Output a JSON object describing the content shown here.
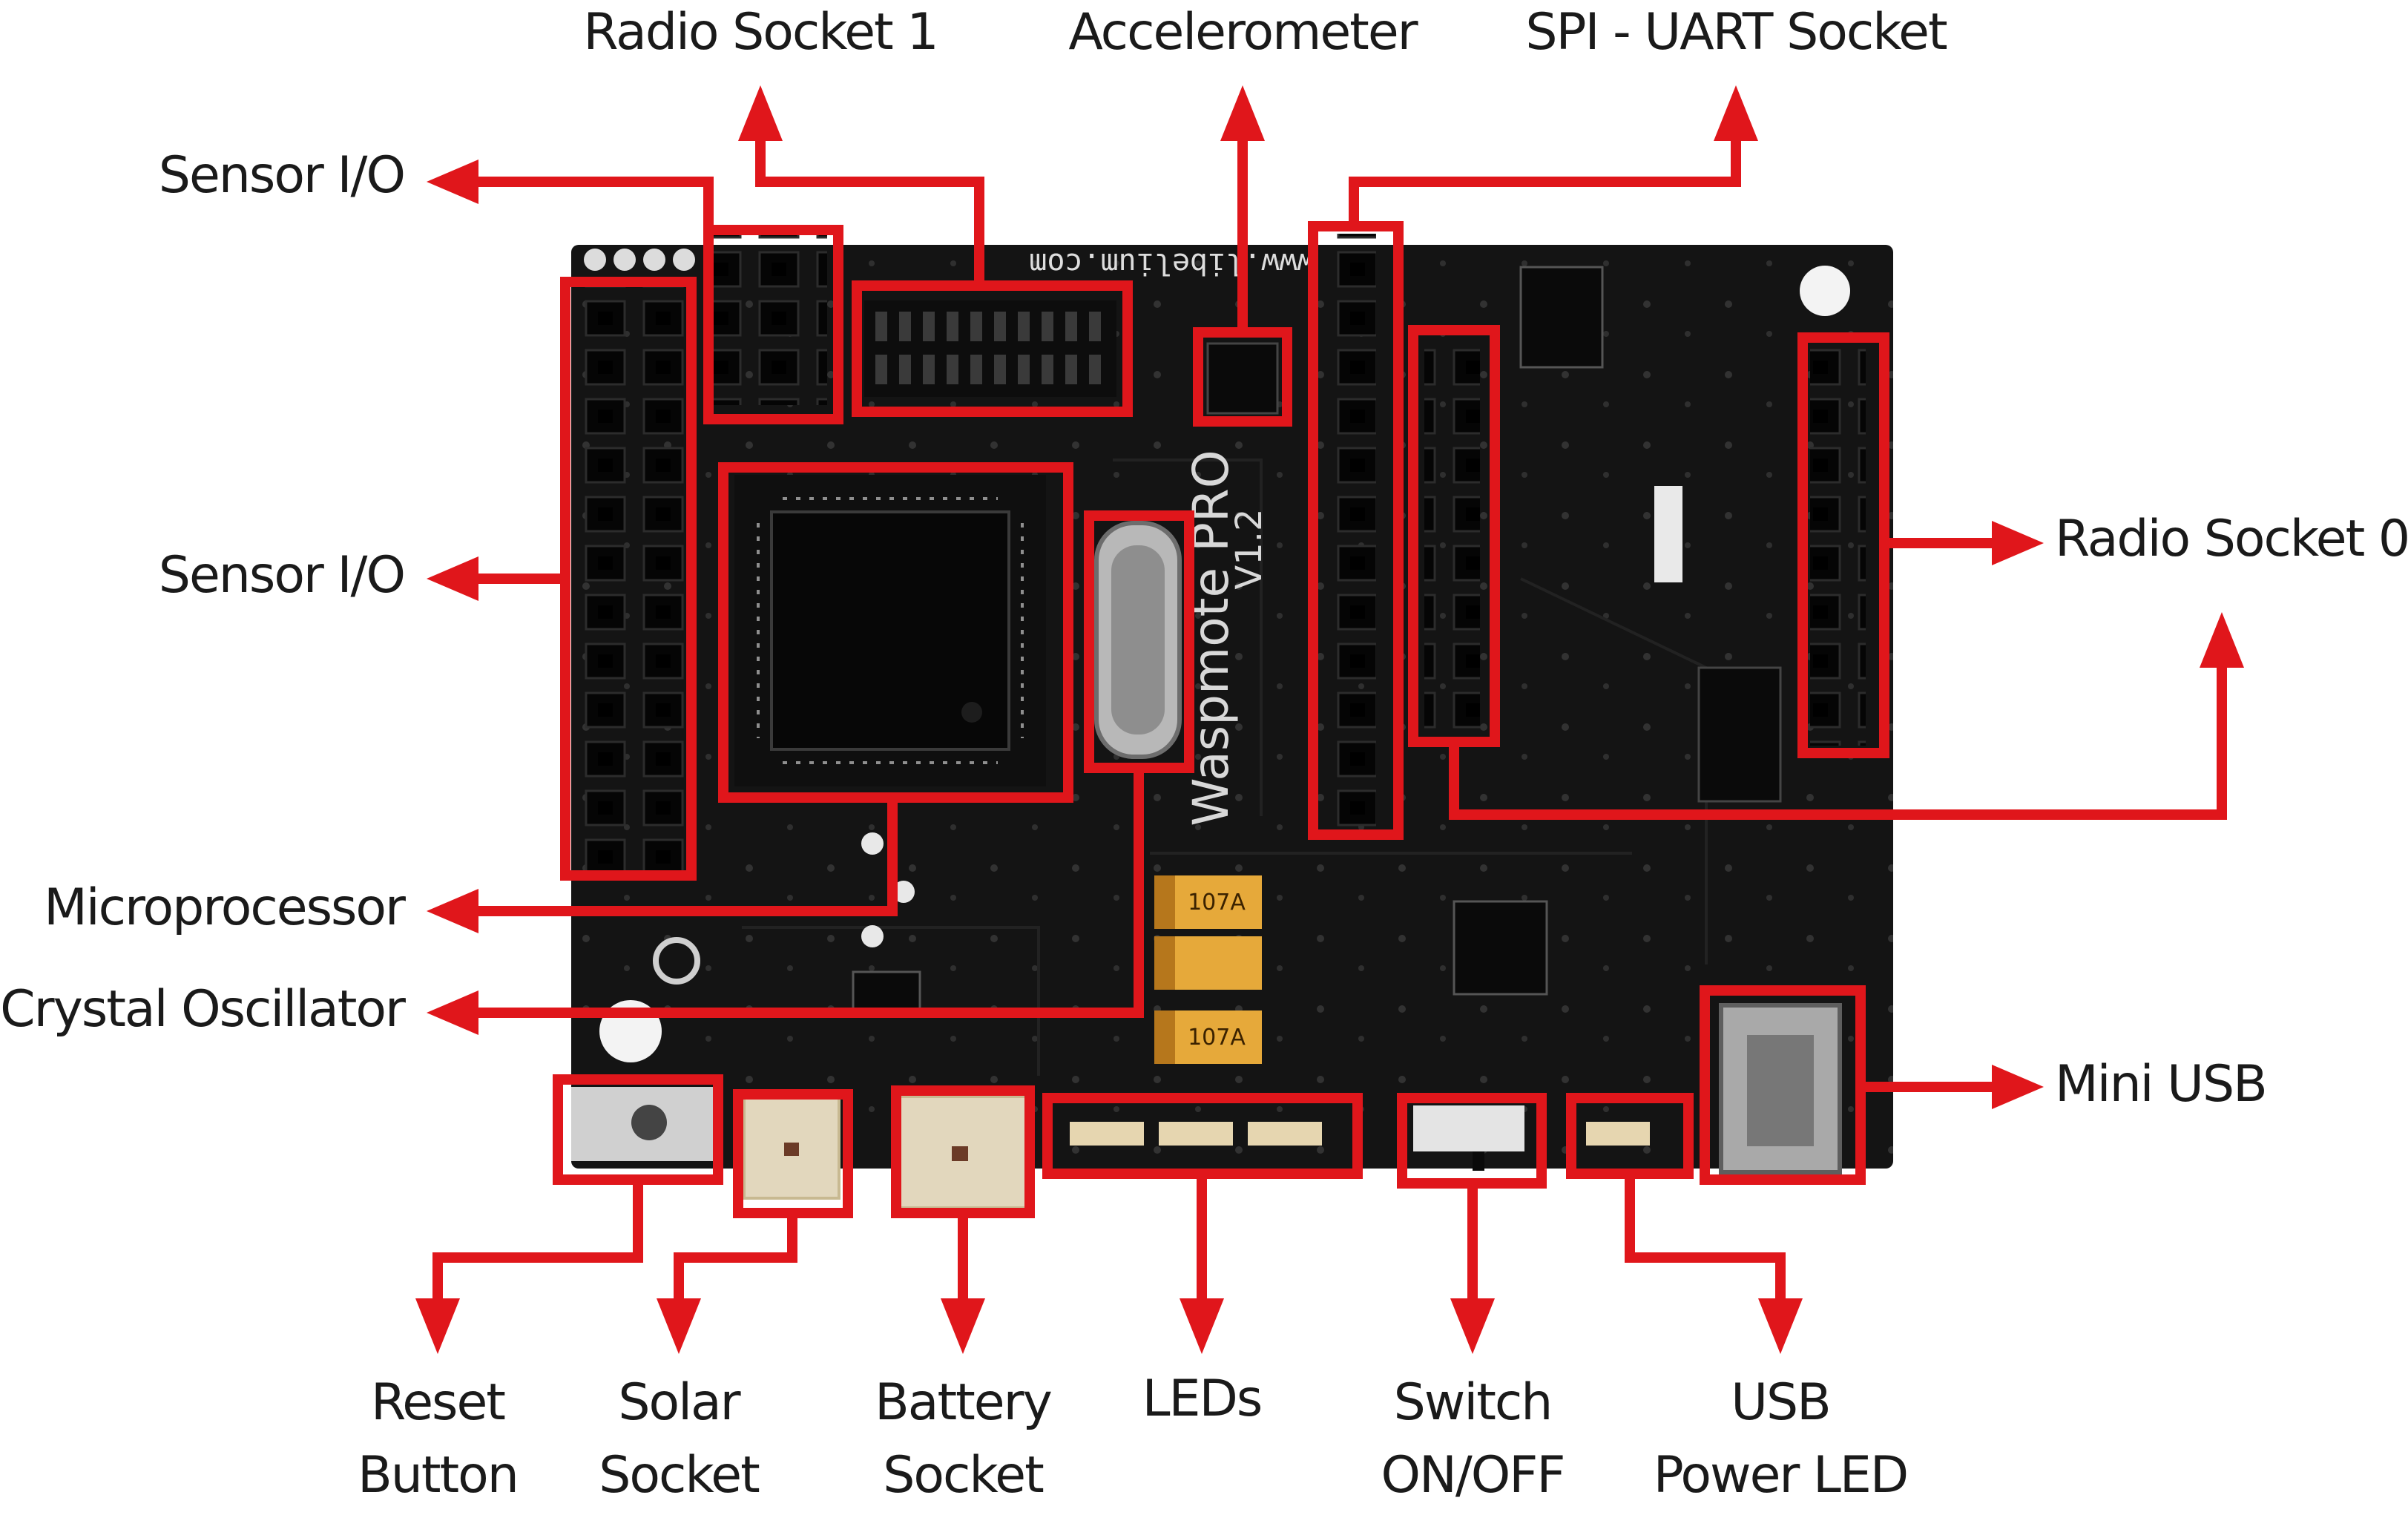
{
  "labels": {
    "radio_socket_1": "Radio Socket 1",
    "accelerometer": "Accelerometer",
    "spi_uart_socket": "SPI - UART Socket",
    "sensor_io_top": "Sensor I/O",
    "sensor_io_mid": "Sensor I/O",
    "radio_socket_0": "Radio Socket 0",
    "microprocessor": "Microprocessor",
    "crystal_oscillator": "Crystal Oscillator",
    "mini_usb": "Mini USB",
    "reset_button": [
      "Reset",
      "Button"
    ],
    "solar_socket": [
      "Solar",
      "Socket"
    ],
    "battery_socket": [
      "Battery",
      "Socket"
    ],
    "leds": "LEDs",
    "switch": [
      "Switch",
      "ON/OFF"
    ],
    "usb_power_led": [
      "USB",
      "Power LED"
    ]
  },
  "board_silkscreen": {
    "url": "www.libelium.com",
    "model": "Waspmote PRO",
    "version": "V1.2",
    "capacitor_marking": "107A"
  },
  "colors": {
    "callout": "#e0161b",
    "board": "#141414",
    "label_text": "#1a1a1a"
  }
}
